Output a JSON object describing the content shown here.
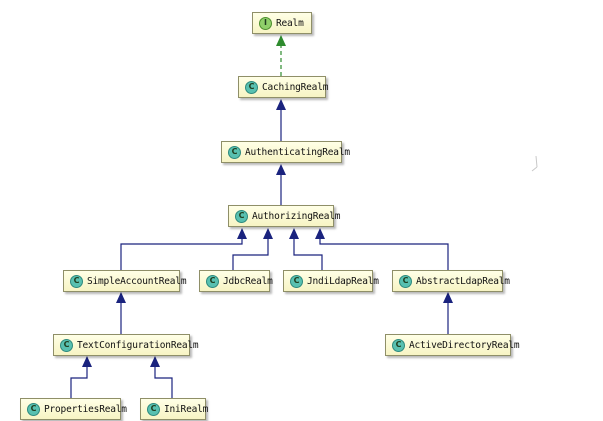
{
  "diagram": {
    "nodes": {
      "realm": {
        "label": "Realm",
        "kind": "interface"
      },
      "caching": {
        "label": "CachingRealm",
        "kind": "class"
      },
      "authenticating": {
        "label": "AuthenticatingRealm",
        "kind": "class"
      },
      "authorizing": {
        "label": "AuthorizingRealm",
        "kind": "class"
      },
      "simple_account": {
        "label": "SimpleAccountRealm",
        "kind": "class"
      },
      "jdbc": {
        "label": "JdbcRealm",
        "kind": "class"
      },
      "jndi_ldap": {
        "label": "JndiLdapRealm",
        "kind": "class"
      },
      "abstract_ldap": {
        "label": "AbstractLdapRealm",
        "kind": "class"
      },
      "text_configuration": {
        "label": "TextConfigurationRealm",
        "kind": "class"
      },
      "active_directory": {
        "label": "ActiveDirectoryRealm",
        "kind": "class"
      },
      "properties": {
        "label": "PropertiesRealm",
        "kind": "class"
      },
      "ini": {
        "label": "IniRealm",
        "kind": "class"
      }
    },
    "badges": {
      "class": "C",
      "interface": "I"
    },
    "edges": [
      {
        "from": "caching",
        "to": "realm",
        "type": "implements"
      },
      {
        "from": "authenticating",
        "to": "caching",
        "type": "extends"
      },
      {
        "from": "authorizing",
        "to": "authenticating",
        "type": "extends"
      },
      {
        "from": "simple_account",
        "to": "authorizing",
        "type": "extends"
      },
      {
        "from": "jdbc",
        "to": "authorizing",
        "type": "extends"
      },
      {
        "from": "jndi_ldap",
        "to": "authorizing",
        "type": "extends"
      },
      {
        "from": "abstract_ldap",
        "to": "authorizing",
        "type": "extends"
      },
      {
        "from": "text_configuration",
        "to": "simple_account",
        "type": "extends"
      },
      {
        "from": "active_directory",
        "to": "abstract_ldap",
        "type": "extends"
      },
      {
        "from": "properties",
        "to": "text_configuration",
        "type": "extends"
      },
      {
        "from": "ini",
        "to": "text_configuration",
        "type": "extends"
      }
    ],
    "colors": {
      "extends_edge": "#1a237e",
      "implements_edge": "#2e8b2e"
    }
  }
}
